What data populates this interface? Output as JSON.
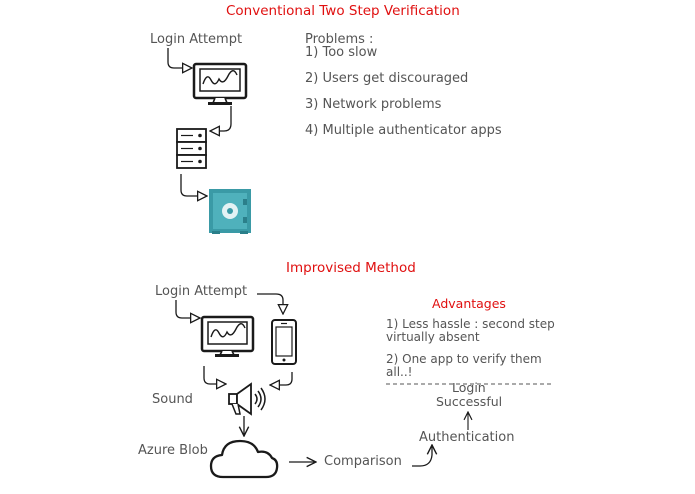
{
  "top": {
    "title": "Conventional Two Step Verification",
    "login_attempt": "Login Attempt",
    "problems": {
      "heading": "Problems :",
      "items": [
        "1) Too slow",
        "2) Users get discouraged",
        "3) Network problems",
        "4) Multiple authenticator apps"
      ]
    }
  },
  "bottom": {
    "title": "Improvised Method",
    "login_attempt": "Login Attempt",
    "sound": "Sound",
    "azure_blob": "Azure Blob",
    "comparison": "Comparison",
    "authentication": "Authentication",
    "login_successful_line1": "Login",
    "login_successful_line2": "Successful",
    "advantages": {
      "heading": "Advantages",
      "item1_line1": "1) Less hassle : second step",
      "item1_line2": "virtually absent",
      "item2_line1": "2) One app to verify them",
      "item2_line2": "all..!"
    }
  },
  "colors": {
    "title_red": "#e01010",
    "text_gray": "#555555",
    "safe_teal": "#3a9aa6",
    "line_black": "#1a1a1a"
  },
  "icons": [
    "monitor-icon",
    "server-icon",
    "safe-icon",
    "smartphone-icon",
    "speaker-icon",
    "cloud-icon"
  ]
}
